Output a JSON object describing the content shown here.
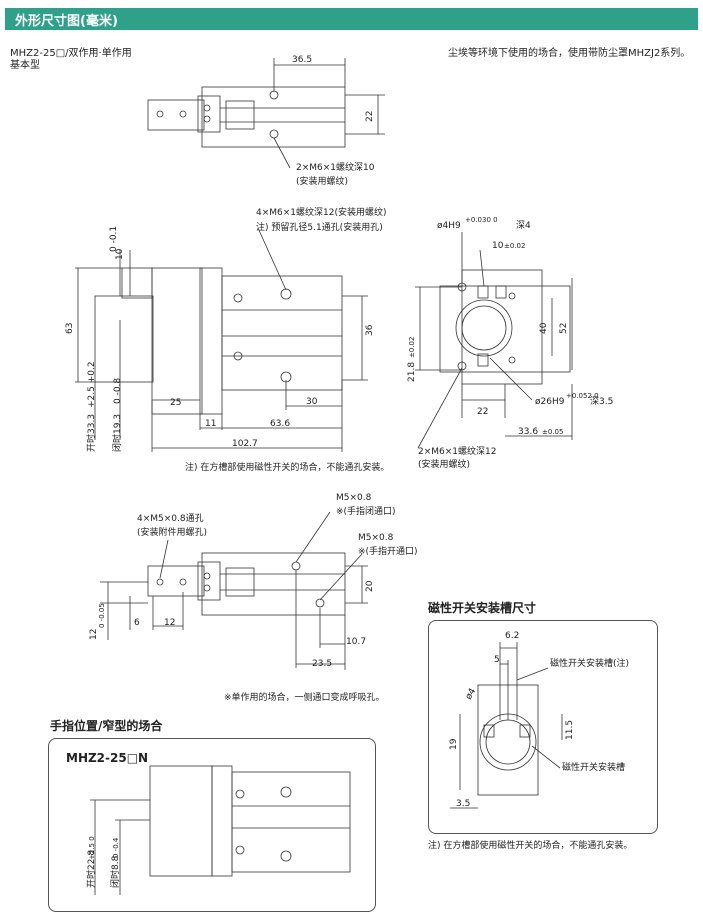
{
  "header": {
    "title": "外形尺寸图(毫米)"
  },
  "model": {
    "line1": "MHZ2-25□/双作用·单作用",
    "line2": "基本型"
  },
  "dust_note": "尘埃等环境下使用的场合，使用带防尘罩MHZJ2系列。",
  "view1": {
    "dim_width": "36.5",
    "dim_height": "22",
    "thread": "2×M6×1螺纹深10",
    "thread_use": "(安装用螺纹)"
  },
  "view2": {
    "thread": "4×M6×1螺纹深12(安装用螺纹)",
    "thread_note": "注) 预留孔径5.1通孔(安装用孔)",
    "dim_top": "10",
    "dim_top_tol": "0 -0.1",
    "dim_63": "63",
    "dim_36": "36",
    "open": "开时33.3",
    "open_tol": "+2.5 +0.2",
    "close": "闭时19.3",
    "close_tol": "0 -0.8",
    "dim_25": "25",
    "dim_30": "30",
    "dim_11": "11",
    "dim_636": "63.6",
    "dim_1027": "102.7",
    "note": "注) 在方槽部使用磁性开关的场合，不能通孔安装。"
  },
  "end_view": {
    "hole": "ø4H9",
    "hole_tol": "+0.030 0",
    "hole_depth": "深4",
    "dim_10": "10",
    "dim_10_tol": "±0.02",
    "dim_40": "40",
    "dim_52": "52",
    "dim_218": "21.8",
    "dim_218_tol": "±0.02",
    "bore": "ø26H9",
    "bore_tol": "+0.052 0",
    "bore_depth": "深3.5",
    "dim_22": "22",
    "dim_336": "33.6",
    "dim_336_tol": "±0.05",
    "thread": "2×M6×1螺纹深12",
    "thread_use": "(安装用螺纹)"
  },
  "view3": {
    "m5_holes": "4×M5×0.8通孔",
    "m5_use": "(安装附件用螺孔)",
    "port1": "M5×0.8",
    "port1_use": "※(手指闭通口)",
    "port2": "M5×0.8",
    "port2_use": "※(手指开通口)",
    "dim_20": "20",
    "dim_12": "12",
    "dim_12_tol": "0 -0.05",
    "dim_6": "6",
    "dim_12b": "12",
    "dim_107": "10.7",
    "dim_235": "23.5",
    "note": "※单作用的场合，一侧通口变成呼吸孔。"
  },
  "narrow": {
    "title": "手指位置/窄型的场合",
    "model": "MHZ2-25□N",
    "open": "开时22.8",
    "open_tol": "+2.5 0",
    "close": "闭时8.8",
    "close_tol": "0 -0.4"
  },
  "switch": {
    "title": "磁性开关安装槽尺寸",
    "dim_62": "6.2",
    "dim_5": "5",
    "dim_4": "ø4",
    "dim_19": "19",
    "dim_115": "11.5",
    "dim_35": "3.5",
    "slot_note": "磁性开关安装槽(注)",
    "slot": "磁性开关安装槽",
    "note": "注) 在方槽部使用磁性开关的场合，不能通孔安装。"
  }
}
